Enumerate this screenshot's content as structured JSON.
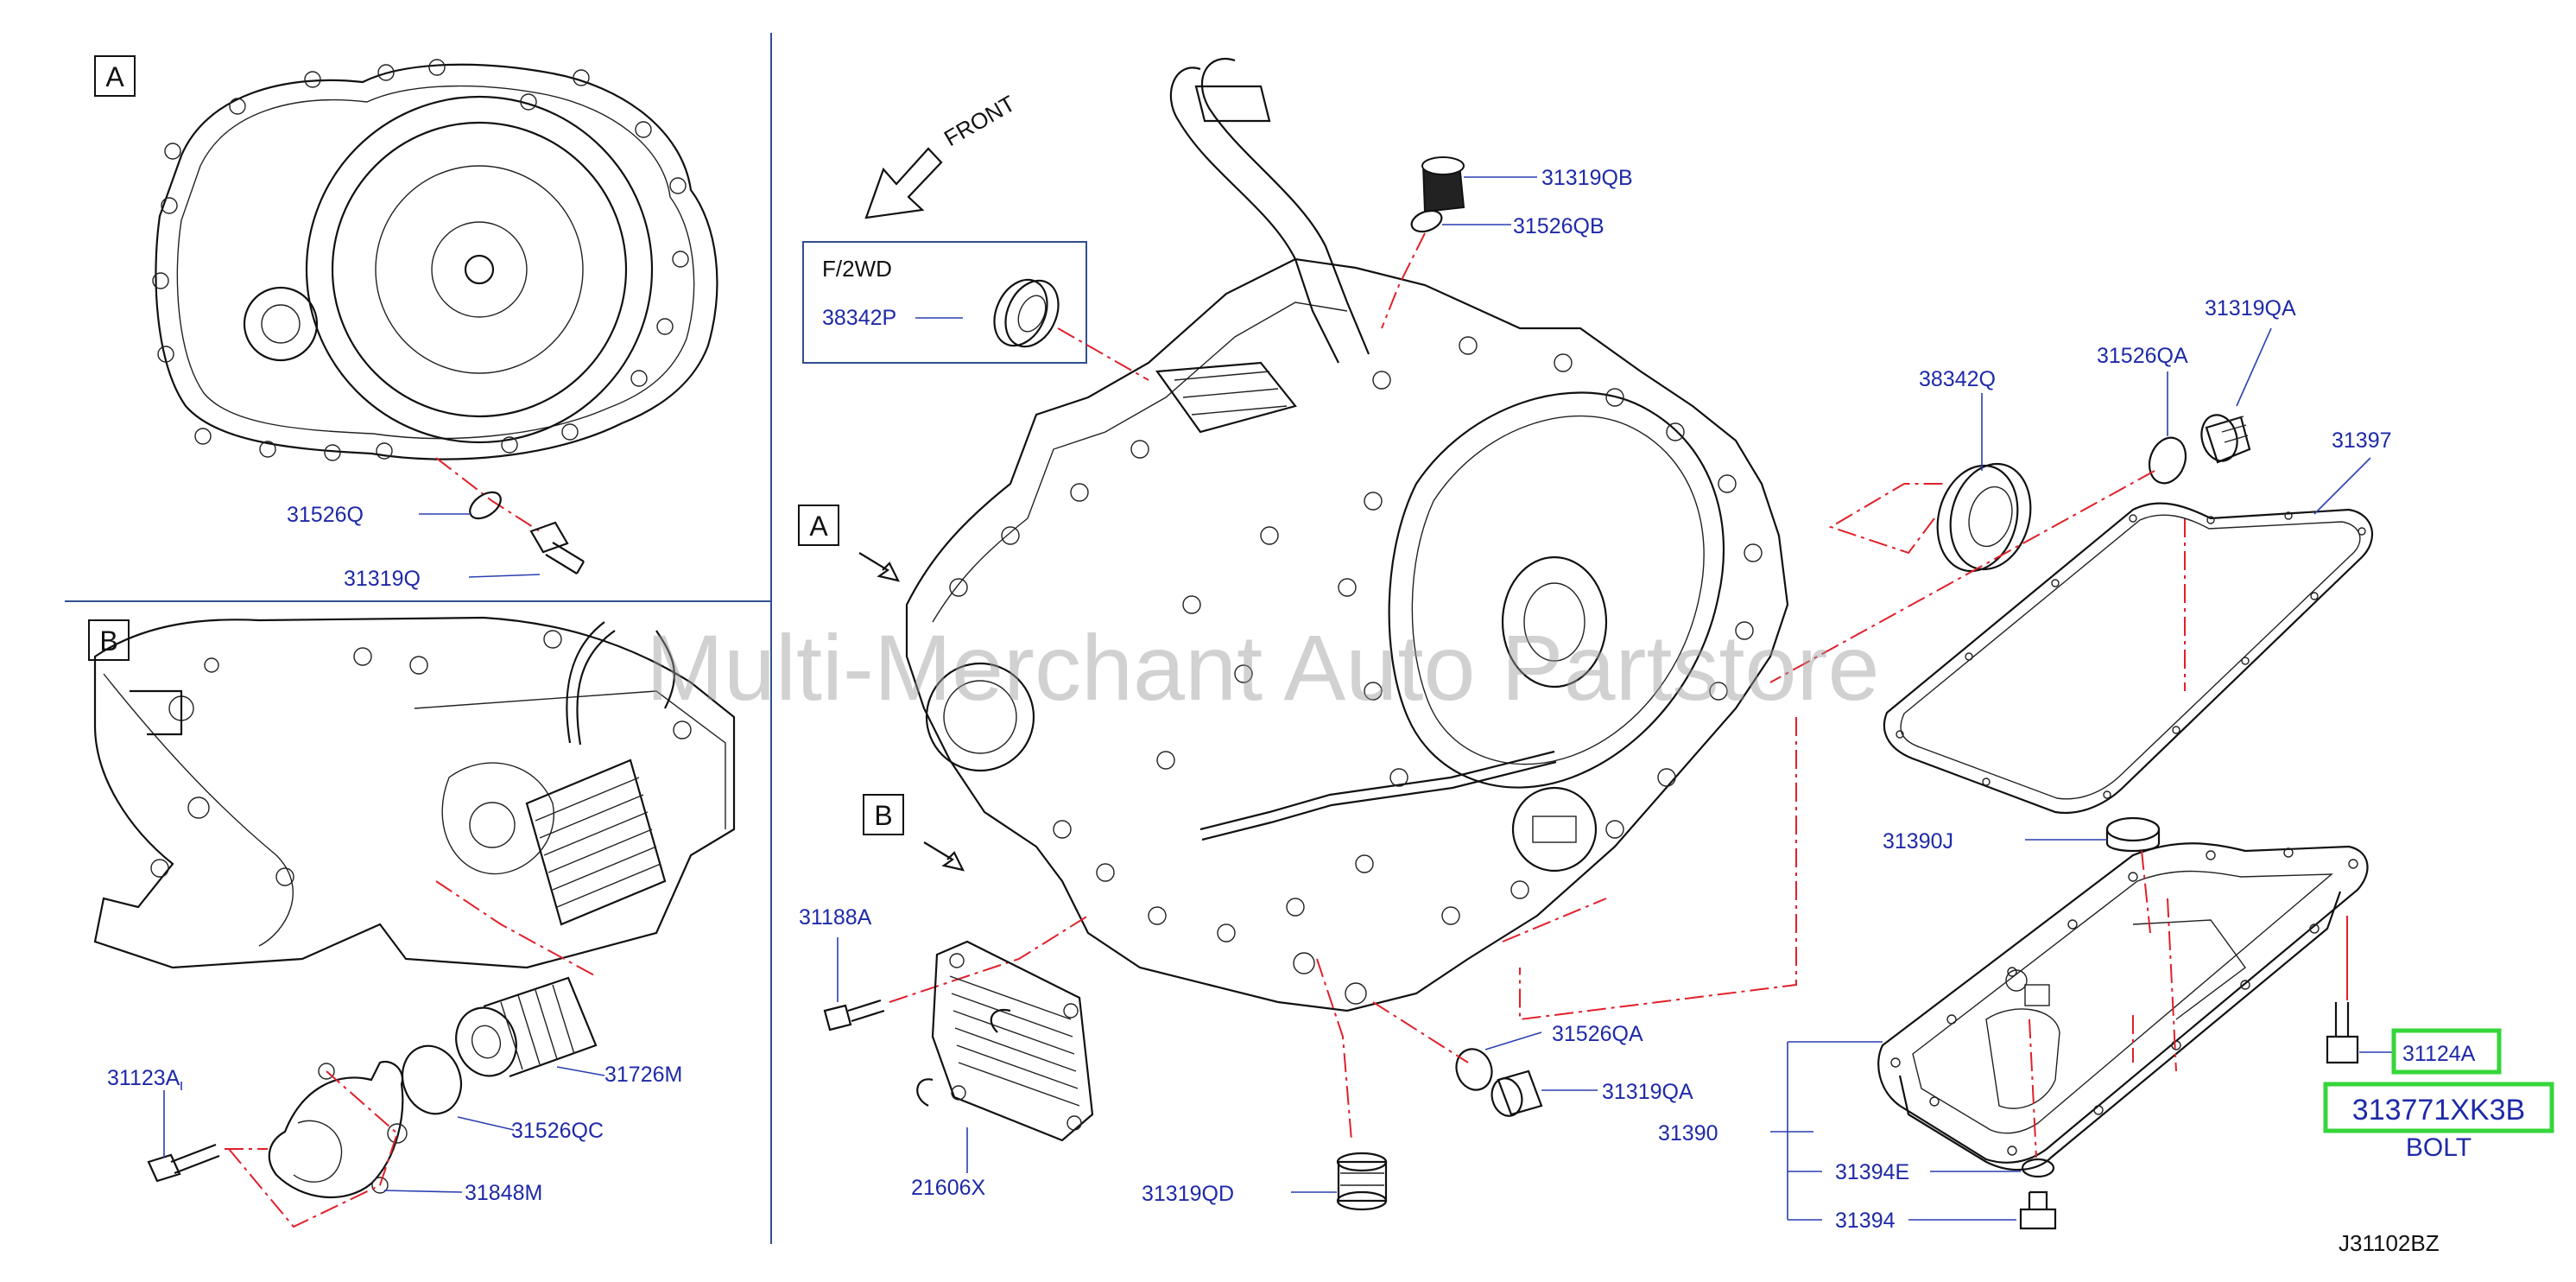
{
  "sections": {
    "a": "A",
    "b": "B"
  },
  "callouts": {
    "a": "A",
    "b": "B"
  },
  "front_label": "FRONT",
  "f2wd": {
    "title": "F/2WD",
    "part": "38342P"
  },
  "parts": {
    "p31526Q": "31526Q",
    "p31319Q": "31319Q",
    "p31123A": "31123A",
    "p31726M": "31726M",
    "p31526QC": "31526QC",
    "p31848M": "31848M",
    "p31319QB": "31319QB",
    "p31526QB": "31526QB",
    "p38342Q": "38342Q",
    "p31526QA_top": "31526QA",
    "p31319QA_top": "31319QA",
    "p31397": "31397",
    "p31390J": "31390J",
    "p31188A": "31188A",
    "p31526QA_low": "31526QA",
    "p31319QA_low": "31319QA",
    "p21606X": "21606X",
    "p31319QD": "31319QD",
    "p31390": "31390",
    "p31394E": "31394E",
    "p31394": "31394",
    "p31124A": "31124A"
  },
  "highlight": {
    "part_number": "313771XK3B",
    "caption": "BOLT"
  },
  "diagram_code": "J31102BZ",
  "watermark": "Multi-Merchant Auto Partstore",
  "colors": {
    "label_blue": "#1e2aa8",
    "callout_red": "#e0202a",
    "highlight_green": "#35d63a",
    "panel_border": "#2f4f8f"
  }
}
